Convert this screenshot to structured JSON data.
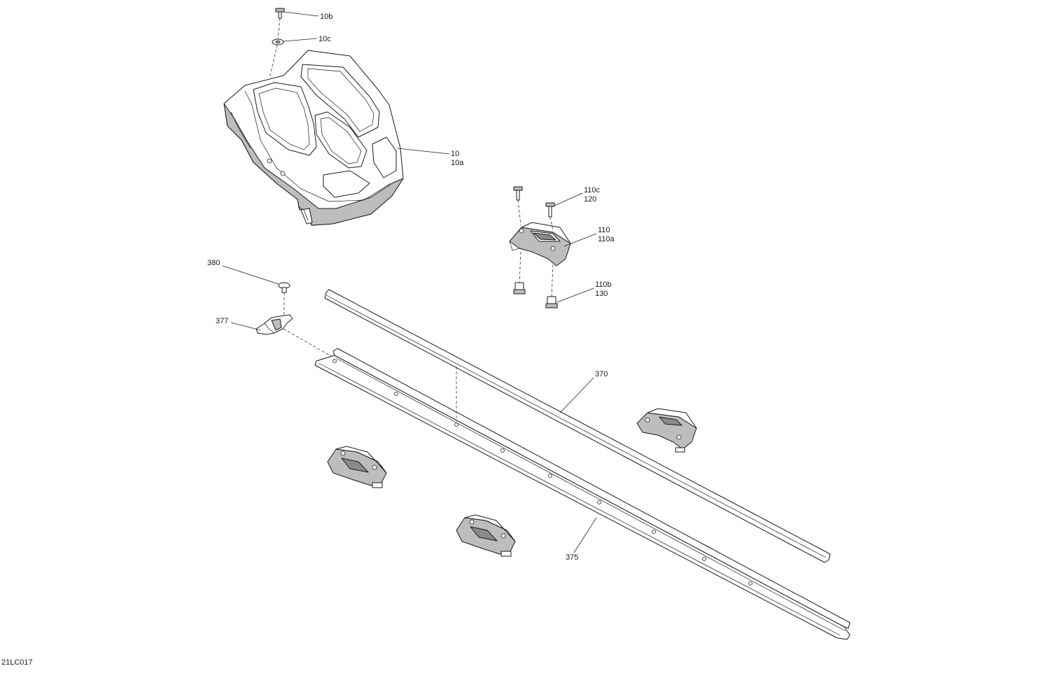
{
  "diagram": {
    "reference_code": "21LC017",
    "callouts": [
      {
        "id": "c10b",
        "lines": [
          "10b"
        ]
      },
      {
        "id": "c10c",
        "lines": [
          "10c"
        ]
      },
      {
        "id": "c10",
        "lines": [
          "10",
          "10a"
        ]
      },
      {
        "id": "c110c",
        "lines": [
          "110c",
          "120"
        ]
      },
      {
        "id": "c110",
        "lines": [
          "110",
          "110a"
        ]
      },
      {
        "id": "c110b",
        "lines": [
          "110b",
          "130"
        ]
      },
      {
        "id": "c380",
        "lines": [
          "380"
        ]
      },
      {
        "id": "c377",
        "lines": [
          "377"
        ]
      },
      {
        "id": "c370",
        "lines": [
          "370"
        ]
      },
      {
        "id": "c375",
        "lines": [
          "375"
        ]
      }
    ]
  }
}
